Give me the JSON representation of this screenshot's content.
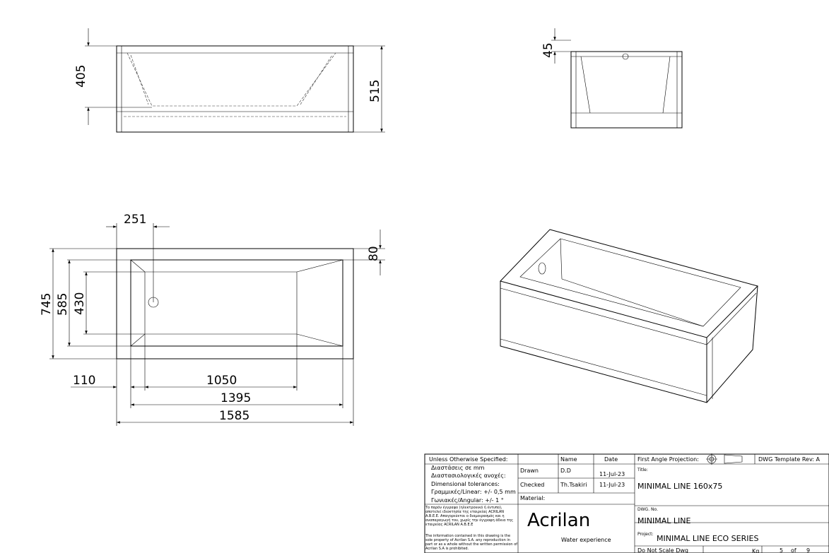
{
  "views": {
    "front": {
      "dim_height_inner": "405",
      "dim_height_total": "515"
    },
    "side": {
      "dim_rim": "45"
    },
    "plan": {
      "dim_drain_offset": "251",
      "dim_rim": "80",
      "dim_width_total": "745",
      "dim_width_rim_inner": "585",
      "dim_width_bottom": "430",
      "dim_end_offset": "110",
      "dim_bottom_length": "1050",
      "dim_inner_length": "1395",
      "dim_total_length": "1585"
    }
  },
  "title_block": {
    "unless": "Unless Otherwise Specified:",
    "dims_gr": "Διαστάσεις σε mm",
    "tol_gr": "Διαστασιολογικές ανοχές:",
    "tol": "Dimensional tolerances:",
    "linear": "Γραμμικές/Linear: +/- 0,5 mm",
    "angular": "Γωνιακές/Angular: +/- 1 °",
    "notice_gr": "Το παρόν έγγραφο (ηλεκτρονικό ή έντυπο), αποτελεί ιδιοκτησία της εταιρείας ACRILAN A.B.E.E. Απαγορεύεται ο διαμοιρασμός και η αναπαραγωγή του, χωρίς την έγγραφη άδεια της εταιρείας ACRILAN A.B.E.E",
    "notice_en": "The information contained in this drawing is the sole property of Acrilan S.A. any reproduction in part or as a whole without the written permission of Acrilan S.A is prohibited.",
    "col_name": "Name",
    "col_date": "Date",
    "drawn_label": "Drawn",
    "drawn_name": "D.D",
    "drawn_date": "11-Jul-23",
    "checked_label": "Checked",
    "checked_name": "Th.Tsakiri",
    "checked_date": "11-Jul-23",
    "material": "Material:",
    "logo": "Acrilan",
    "tagline": "Water experience",
    "projection": "First Angle Projection:",
    "template_rev": "DWG Template Rev: A",
    "title_label": "Title:",
    "title": "MINIMAL LINE 160x75",
    "dwg_no_label": "DWG. No.",
    "dwg_no": "MINIMAL LINE",
    "project_label": "Project:",
    "project": "MINIMAL LINE ECO SERIES",
    "no_scale": "Do Not Scale Dwg",
    "unit": "Kg",
    "sheet": "5",
    "of": "of",
    "sheets": "9"
  }
}
